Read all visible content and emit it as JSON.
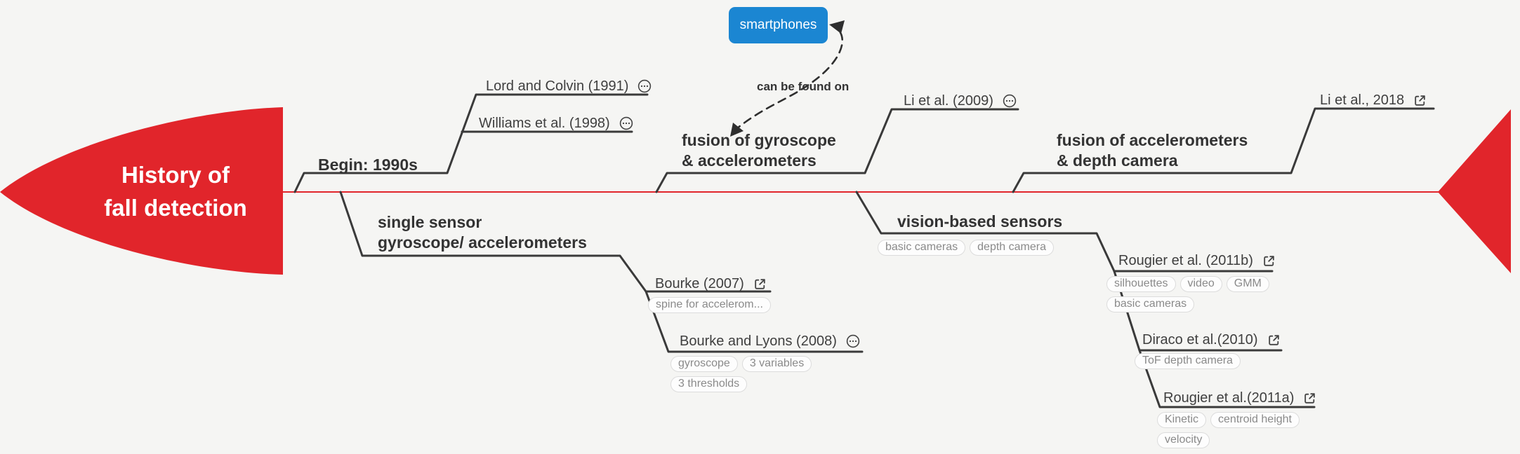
{
  "palette": {
    "bg": "#f5f5f3",
    "red": "#e1252b",
    "line": "#3a3a3a",
    "blue": "#1b86d2",
    "topic": "#333333",
    "cite": "#3f3f3f",
    "tagtext": "#8a8a8a",
    "tagborder": "#dcdcdc",
    "tagbg": "#fdfdfd"
  },
  "main_topic": {
    "lines": [
      "History of",
      "fall detection"
    ]
  },
  "floating_topic": {
    "label": "smartphones"
  },
  "relationship": {
    "label": "can be found on"
  },
  "branches": {
    "begin": {
      "label": "Begin: 1990s"
    },
    "single_sensor": {
      "lines": [
        "single sensor",
        "gyroscope/ accelerometers"
      ]
    },
    "fusion_gyro": {
      "lines": [
        "fusion of gyroscope",
        "& accelerometers"
      ]
    },
    "fusion_depth": {
      "lines": [
        "fusion of accelerometers",
        "& depth camera"
      ]
    },
    "vision": {
      "label": "vision-based sensors",
      "tags": [
        "basic cameras",
        "depth camera"
      ]
    }
  },
  "citations": {
    "lord": {
      "label": "Lord and Colvin (1991)",
      "icon": "notes"
    },
    "williams": {
      "label": "Williams et al. (1998)",
      "icon": "notes"
    },
    "li2009": {
      "label": "Li et al. (2009)",
      "icon": "notes"
    },
    "li2018": {
      "label": "Li et al., 2018",
      "icon": "external-link"
    },
    "bourke2007": {
      "label": "Bourke (2007)",
      "icon": "external-link",
      "tags": [
        "spine for accelerom..."
      ]
    },
    "bourke2008": {
      "label": "Bourke and Lyons (2008)",
      "icon": "notes",
      "tags_row1": [
        "gyroscope",
        "3 variables"
      ],
      "tags_row2": [
        "3 thresholds"
      ]
    },
    "rougier2011b": {
      "label": "Rougier et al. (2011b)",
      "icon": "external-link",
      "tags_row1": [
        "silhouettes",
        "video",
        "GMM"
      ],
      "tags_row2": [
        "basic cameras"
      ]
    },
    "diraco2010": {
      "label": "Diraco et al.(2010)",
      "icon": "external-link",
      "tags": [
        "ToF depth camera"
      ]
    },
    "rougier2011a": {
      "label": "Rougier et al.(2011a)",
      "icon": "external-link",
      "tags_row1": [
        "Kinetic",
        "centroid height"
      ],
      "tags_row2": [
        "velocity"
      ]
    }
  }
}
